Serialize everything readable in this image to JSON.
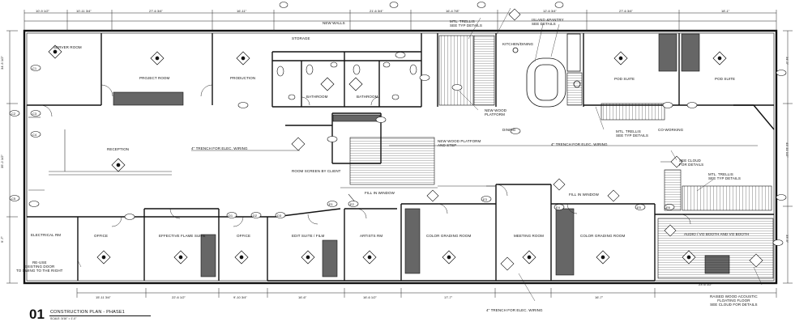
{
  "title_block": {
    "number": "01",
    "title": "CONSTRUCTION PLAN - PHASE1",
    "scale": "SCALE: 3/16\" = 1'-0\""
  },
  "room_labels": {
    "server_room": "SERVER ROOM",
    "project_room": "PROJECT ROOM",
    "production": "PRODUCTION",
    "storage": "STORAGE",
    "bathroom_1": "BATHROOM",
    "bathroom_2": "BATHROOM",
    "kitchen_dining": "KITCHEN/DINING",
    "pod_suite_1": "POD SUITE",
    "pod_suite_2": "POD SUITE",
    "reception": "RECEPTION",
    "electrical_rm": "ELECTRICAL RM",
    "office_1": "OFFICE",
    "effective_flame_studio": "EFFECTIVE FLAME SUITE",
    "office_2": "OFFICE",
    "edit_suite": "EDIT SUITE / FILM",
    "artists_rm": "ARTISTS RM",
    "color_grading": "COLOR GRADING ROOM",
    "meeting_room": "MEETING ROOM",
    "color_grading_2": "COLOR GRADING ROOM",
    "audio_booth": "AUDIO / VO BOOTH AND VO BOOTH"
  },
  "notes": {
    "new_walls": "NEW WALLS",
    "mtl_trellis_top": "MTL. TRELLIS\nSEE TYP DETAILS",
    "island_pantry": "ISLAND &PANTRY\nSEE DETAILS",
    "new_wood_platform": "NEW WOOD\nPLATFORM",
    "new_wood_platform_step": "NEW WOOD PLATFORM\nAND STEP",
    "trench_elec_1": "4\" TRENCH FOR ELEC. WIRING",
    "trench_elec_2": "4\" TRENCH FOR ELEC. WIRING",
    "trench_elec_3": "4\" TRENCH FOR ELEC. WIRING",
    "mtl_trellis_mid": "MTL. TRELLIS\nSEE TYP DETAILS",
    "co_working": "CO-WORKING",
    "see_cloud": "SEE CLOUD\nFOR DETAILS",
    "mtl_trellis_right": "MTL. TRELLIS\nSEE TYP DETAILS",
    "fill_in_window_1": "FILL IN WINDOW",
    "fill_in_window_2": "FILL IN WINDOW",
    "dining": "DINING",
    "room_screen": "ROOM SCREEN BY CLIENT",
    "relocated_door": "RE-USE\nEXISTING DOOR\nTO SWING TO THE RIGHT",
    "wood_acoustic": "RAISED WOOD ACOUSTIC\nFLOATING FLOOR\nSEE CLOUD FOR DETAILS"
  },
  "dimensions_top": [
    "10'-9 1/2\"",
    "10'-11 3/4\"",
    "27'-6 3/4\"",
    "16'-11\"",
    "21'-6 3/4\"",
    "16'-4 7/8\"",
    "12'-6 3/4\"",
    "27'-6 3/4\"",
    "18'-1\""
  ],
  "dimensions_bottom": [
    "15'-11 3/4\"",
    "22'-6 1/2\"",
    "9'-10 3/4\"",
    "16'-6\"",
    "16'-6 1/2\"",
    "17'-7\"",
    "16'-7\"",
    "23'-6 1/2\""
  ],
  "dimensions_left": [
    "34'-5 1/2\"",
    "35'-2 1/2\"",
    "9'-7\""
  ],
  "dimensions_right": [
    "34'-5\"",
    "41'-11 1/2\"",
    "33'-9\""
  ],
  "tags": [
    "C1",
    "C2",
    "C3",
    "C4",
    "C5",
    "D1",
    "D2",
    "D3",
    "E1",
    "E2",
    "E3",
    "E4",
    "E5",
    "E6"
  ]
}
